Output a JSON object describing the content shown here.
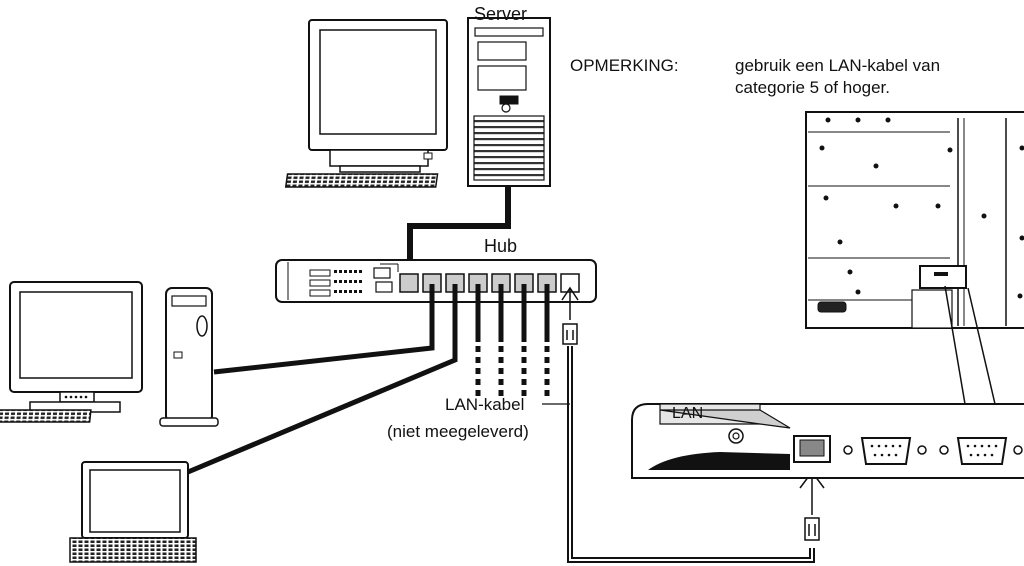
{
  "labels": {
    "server": "Server",
    "hub": "Hub",
    "note_prefix": "OPMERKING:",
    "note_line1": "gebruik een LAN-kabel van",
    "note_line2": "categorie 5 of hoger.",
    "lan_cable": "LAN-kabel",
    "lan_cable_note": "(niet meegeleverd)",
    "lan_port_tag": "LAN"
  }
}
